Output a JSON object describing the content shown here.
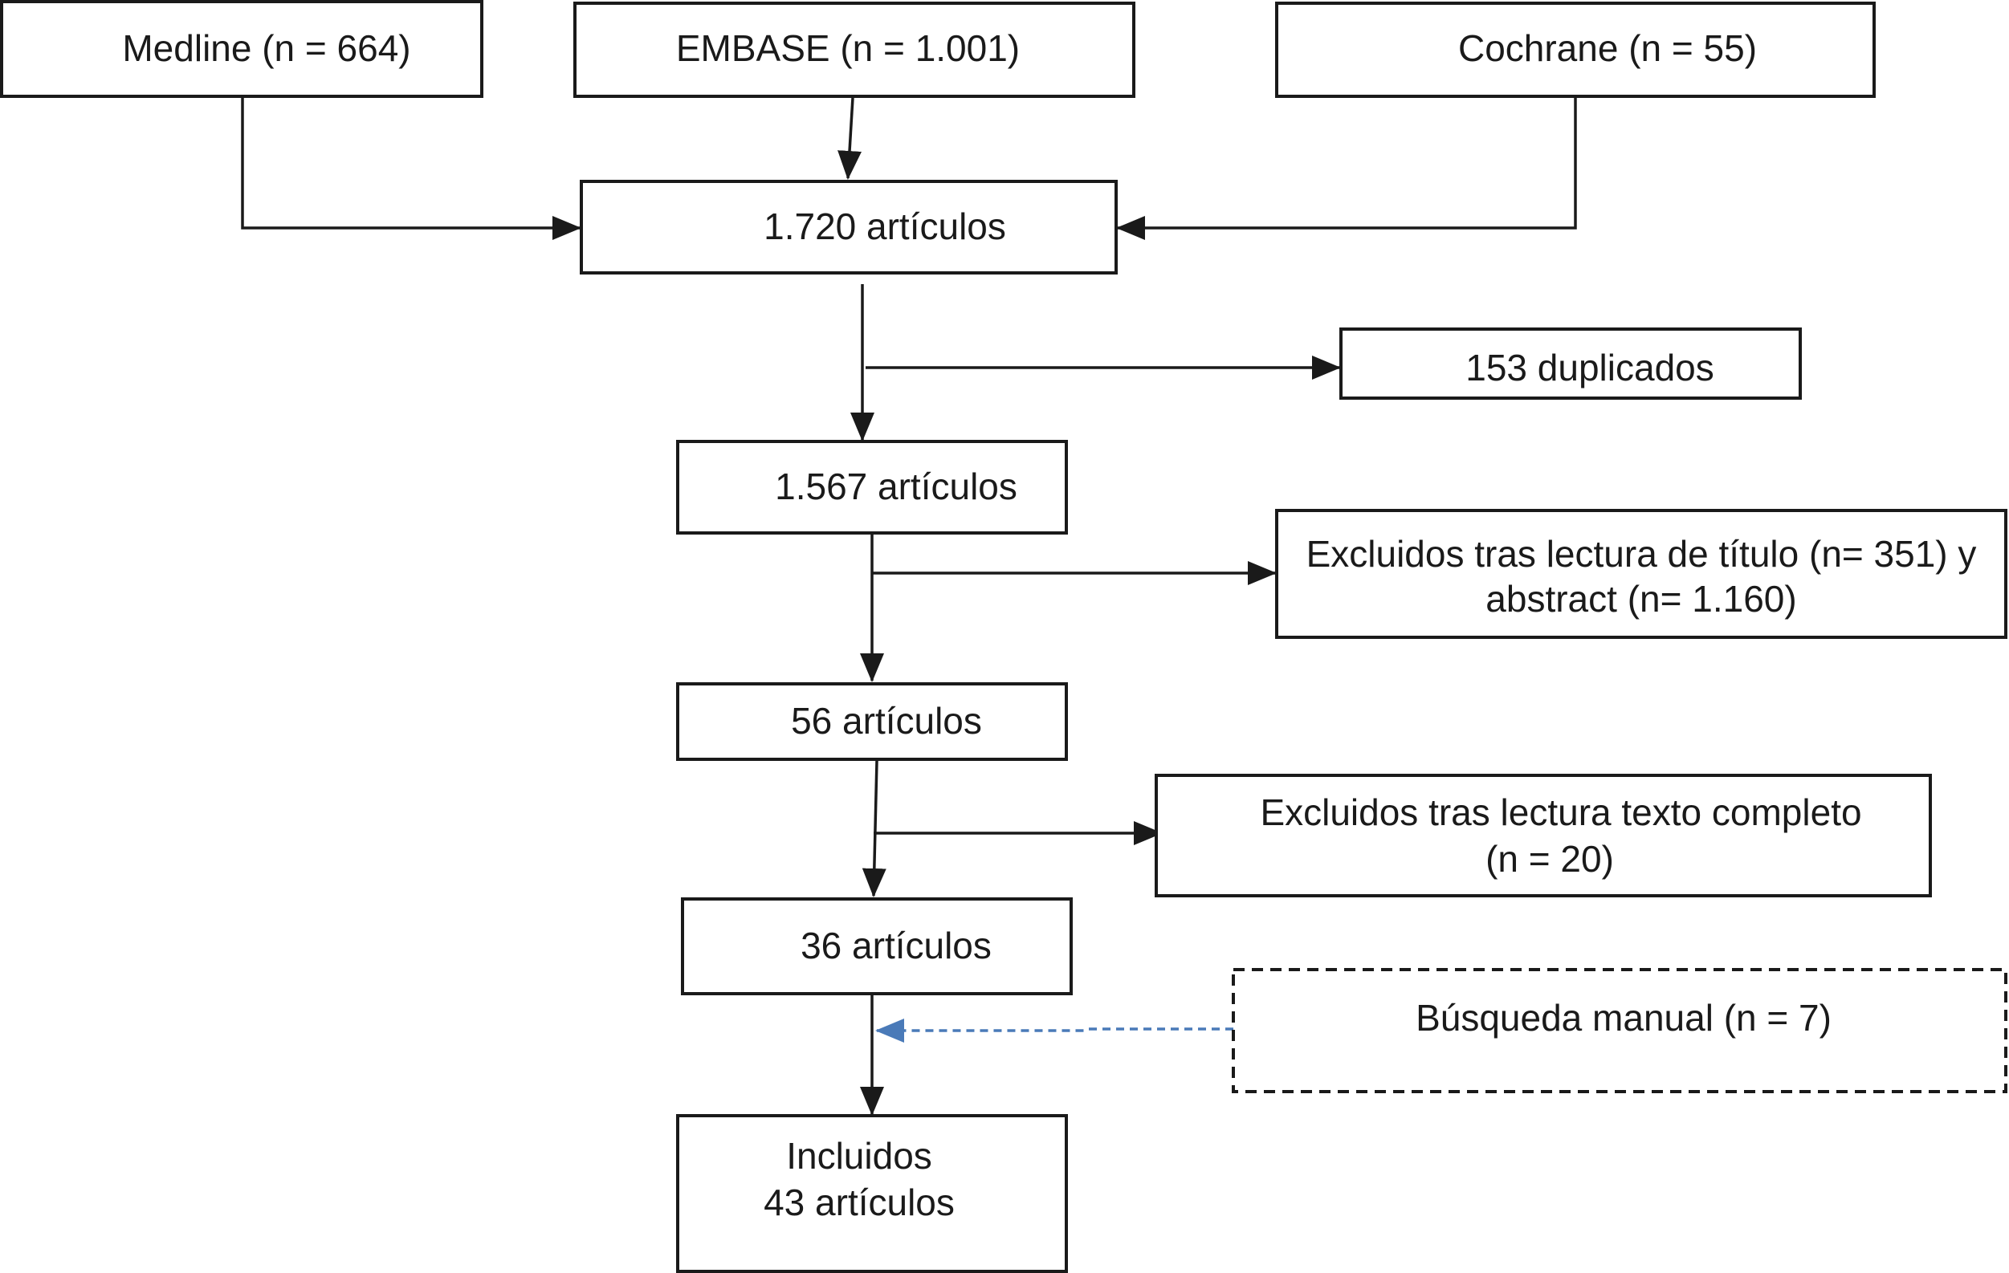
{
  "sources": {
    "medline": "Medline (n = 664)",
    "embase": "EMBASE (n = 1.001)",
    "cochrane": "Cochrane (n = 55)"
  },
  "steps": {
    "total": "1.720 artículos",
    "duplicates": "153 duplicados",
    "after_duplicates": "1.567 artículos",
    "excluded_title_line1": "Excluidos tras lectura de título (n= 351) y",
    "excluded_title_line2": "abstract (n= 1.160)",
    "after_title": "56 artículos",
    "excluded_fulltext_line1": "Excluidos tras lectura texto completo",
    "excluded_fulltext_line2": "(n = 20)",
    "after_fulltext": "36 artículos",
    "manual_search": "Búsqueda manual (n = 7)",
    "included_line1": "Incluidos",
    "included_line2": "43 artículos"
  },
  "colors": {
    "line": "#1a1a1a",
    "manual_arrow": "#4a7ab8"
  }
}
